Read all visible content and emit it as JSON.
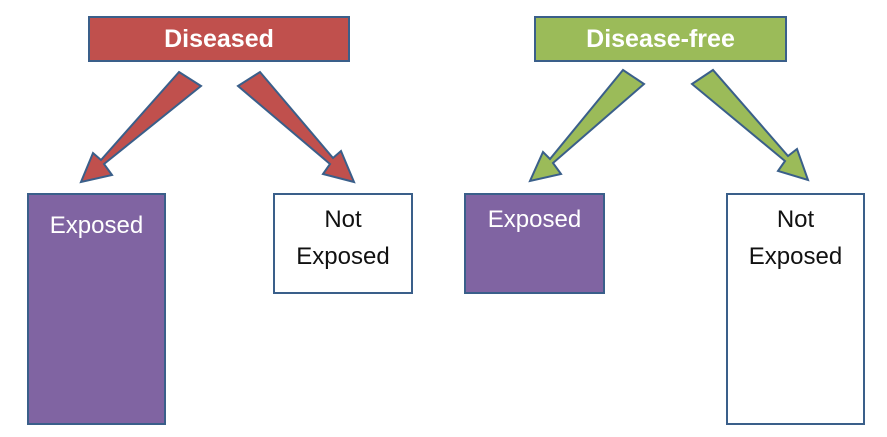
{
  "groups": {
    "diseased": {
      "title": "Diseased",
      "exposed_label": "Exposed",
      "not_exposed_line1": "Not",
      "not_exposed_line2": "Exposed"
    },
    "disease_free": {
      "title": "Disease-free",
      "exposed_label": "Exposed",
      "not_exposed_line1": "Not",
      "not_exposed_line2": "Exposed"
    }
  },
  "colors": {
    "diseased": "#c0504d",
    "disease_free": "#9bbb59",
    "exposed": "#8064a2",
    "not_exposed": "#ffffff",
    "border": "#3a5f8a"
  }
}
